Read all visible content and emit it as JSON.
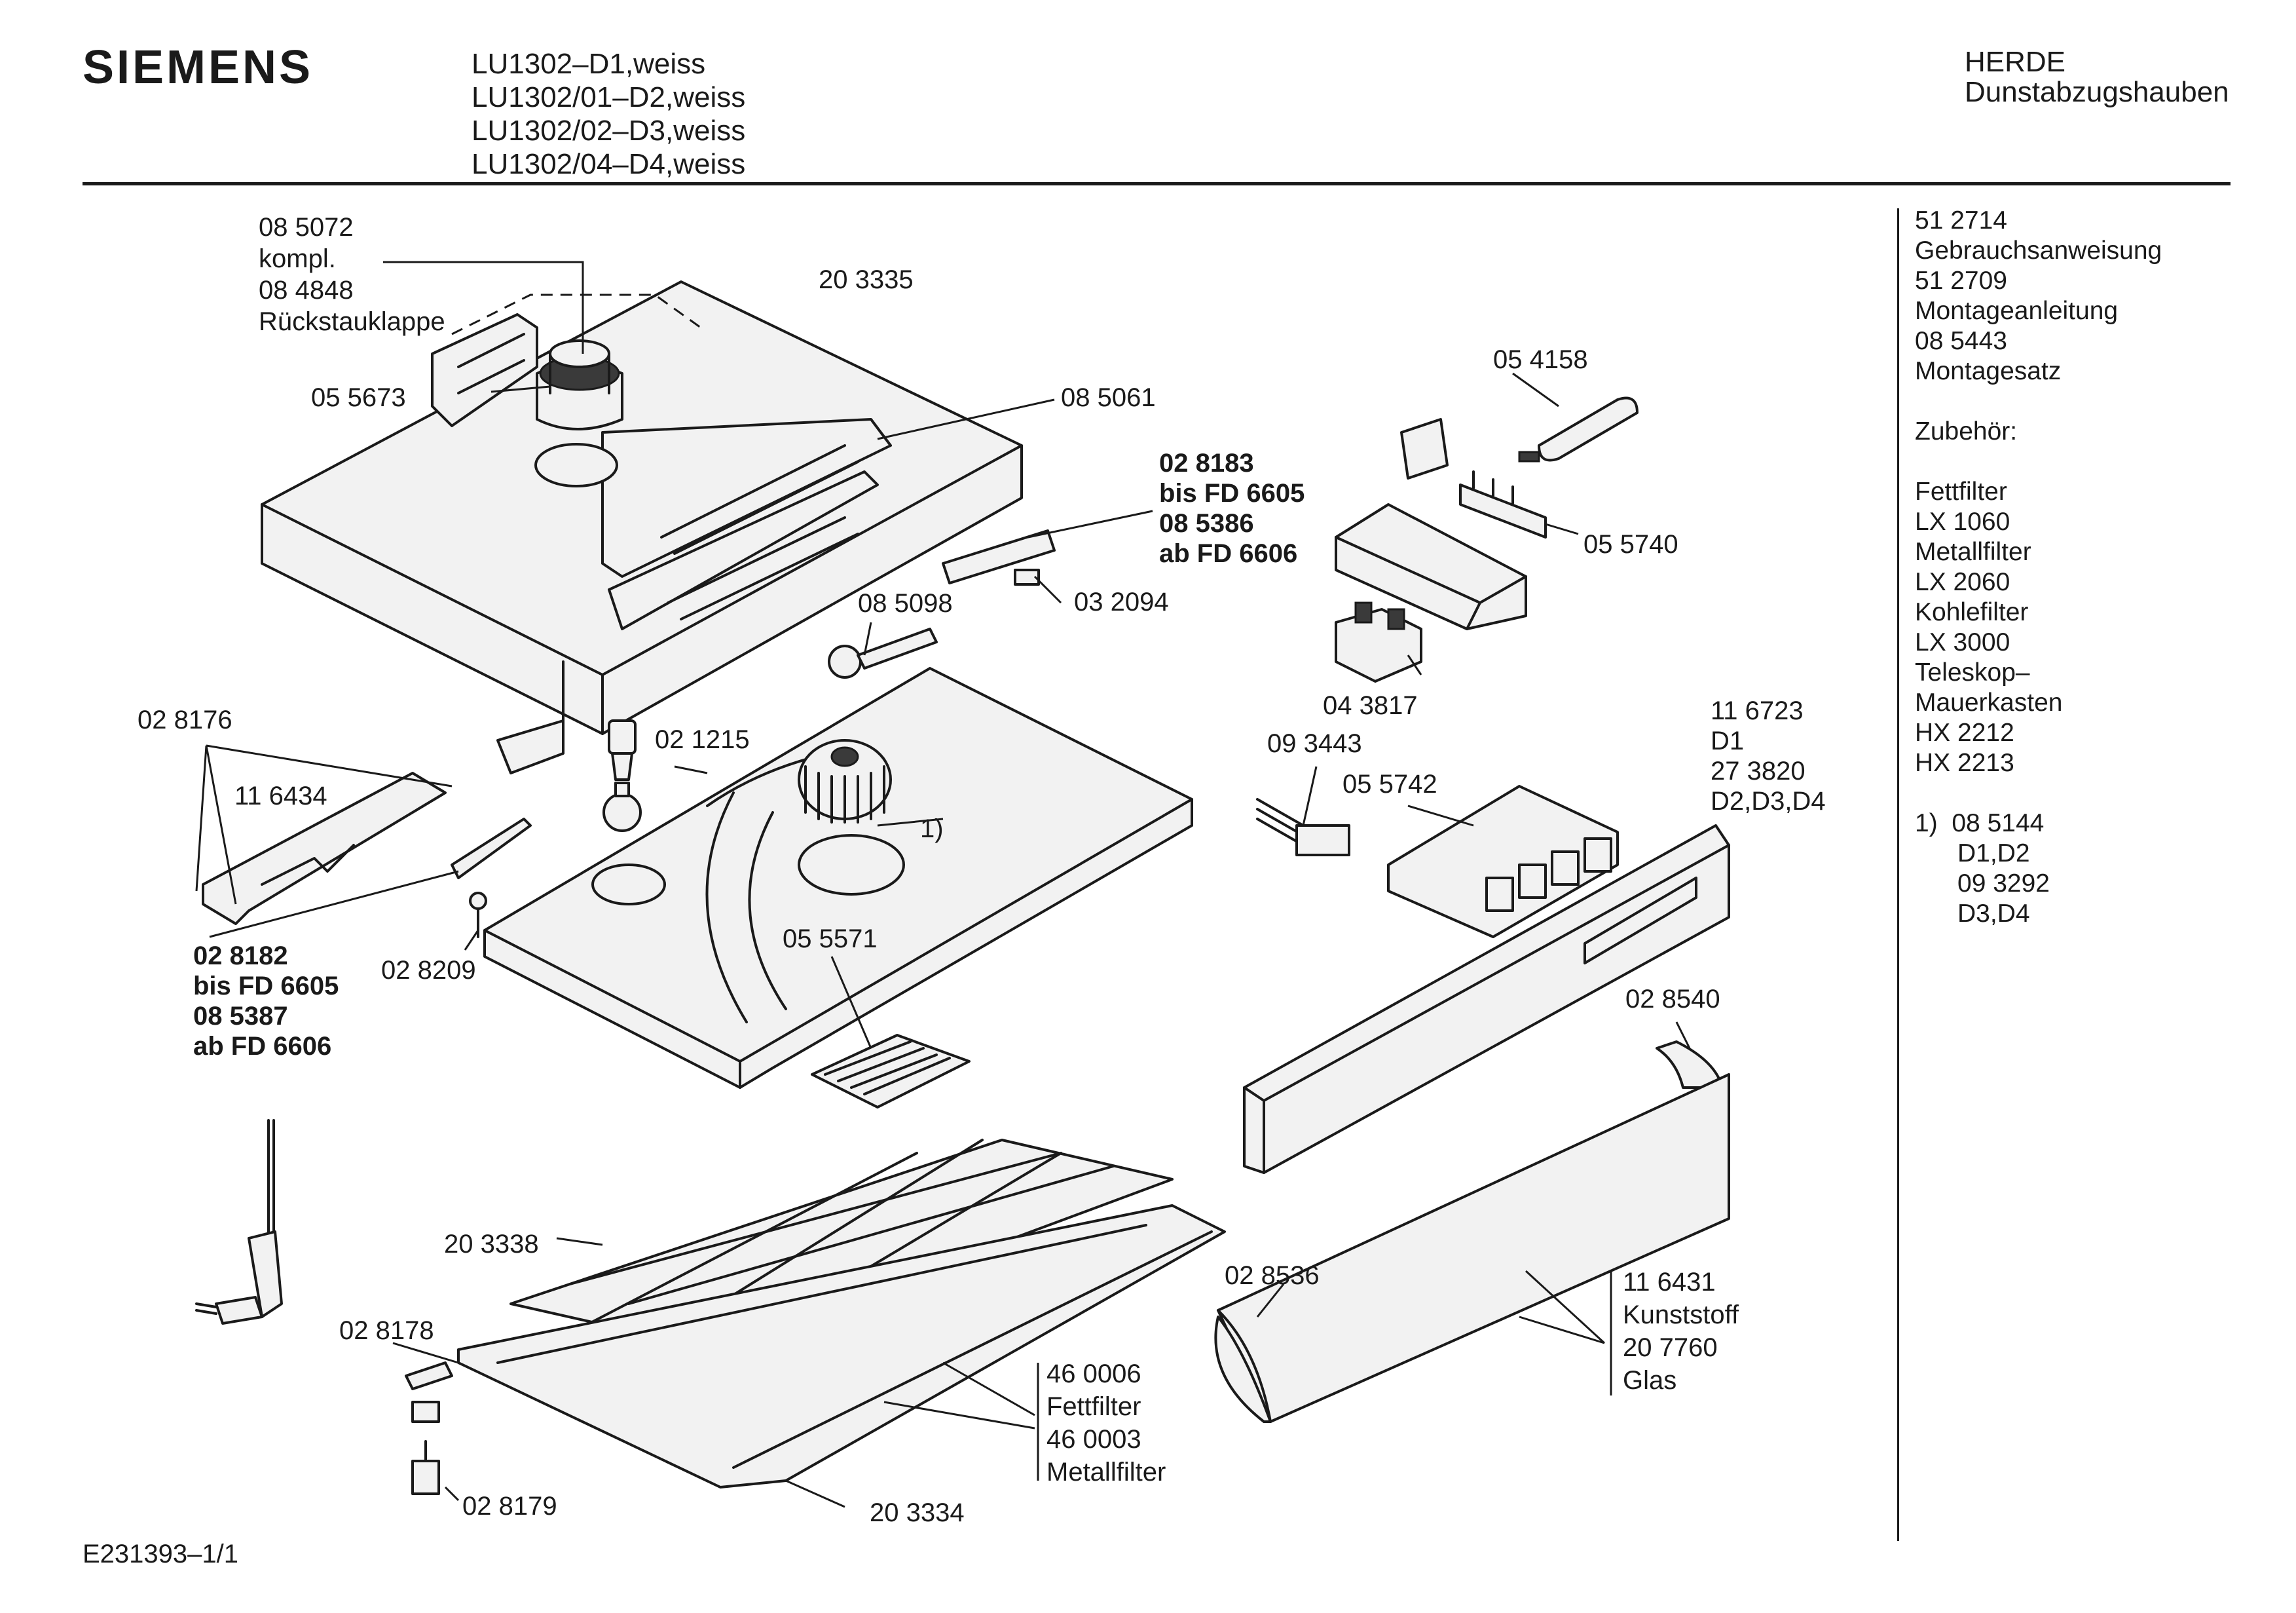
{
  "header": {
    "brand": "SIEMENS",
    "models": [
      "LU1302–D1,weiss",
      "LU1302/01–D2,weiss",
      "LU1302/02–D3,weiss",
      "LU1302/04–D4,weiss"
    ],
    "category_line1": "HERDE",
    "category_line2": "Dunstabzugshauben"
  },
  "sidebar": [
    "51 2714",
    "Gebrauchsanweisung",
    "51 2709",
    "Montageanleitung",
    "08 5443",
    "Montagesatz",
    "",
    "Zubehör:",
    "",
    "Fettfilter",
    "LX 1060",
    "Metallfilter",
    "LX 2060",
    "Kohlefilter",
    "LX 3000",
    "Teleskop–",
    "Mauerkasten",
    "HX 2212",
    "HX 2213",
    "",
    "1)  08 5144",
    "      D1,D2",
    "      09 3292",
    "      D3,D4"
  ],
  "labels": {
    "l_085072": "08 5072",
    "l_kompl": "kompl.",
    "l_084848": "08 4848",
    "l_rueck": "Rückstauklappe",
    "l_203335": "20 3335",
    "l_055673": "05 5673",
    "l_085061": "08 5061",
    "l_028183": "02 8183",
    "l_bisfd1": "bis FD 6605",
    "l_085386": "08 5386",
    "l_abfd1": "ab FD 6606",
    "l_085098": "08 5098",
    "l_032094": "03 2094",
    "l_054158": "05 4158",
    "l_055740": "05 5740",
    "l_043817": "04 3817",
    "l_093443": "09 3443",
    "l_055742": "05 5742",
    "l_116723": "11 6723",
    "l_d1": "D1",
    "l_273820": "27 3820",
    "l_d2d3d4": "D2,D3,D4",
    "l_028176": "02 8176",
    "l_116434": "11 6434",
    "l_021215": "02 1215",
    "l_note1": "1)",
    "l_028182": "02 8182",
    "l_bisfd2": "bis FD 6605",
    "l_085387": "08 5387",
    "l_abfd2": "ab FD 6606",
    "l_028209": "02 8209",
    "l_055571": "05 5571",
    "l_028540": "02 8540",
    "l_203338": "20 3338",
    "l_028536": "02 8536",
    "l_116431": "11 6431",
    "l_kunst": "Kunststoff",
    "l_207760": "20 7760",
    "l_glas": "Glas",
    "l_028178": "02 8178",
    "l_460006": "46 0006",
    "l_fett": "Fettfilter",
    "l_460003": "46 0003",
    "l_metall": "Metallfilter",
    "l_028179": "02 8179",
    "l_203334": "20 3334"
  },
  "footer": {
    "ref": "E231393–1/1"
  }
}
